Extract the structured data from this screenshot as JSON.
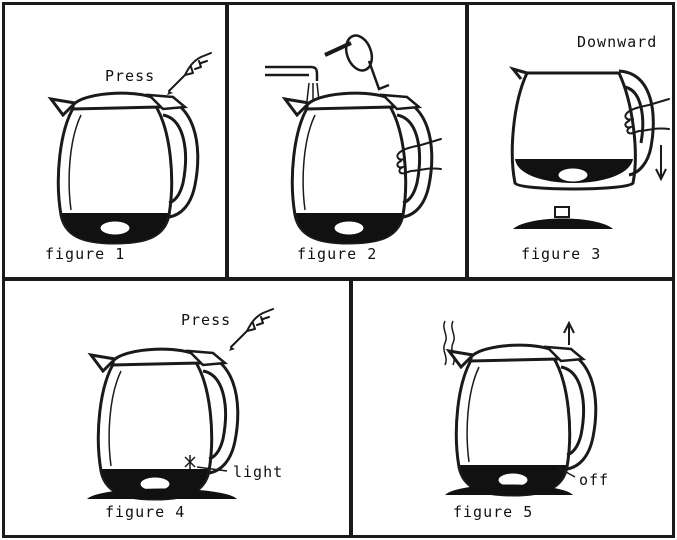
{
  "figures": [
    {
      "caption": "figure 1",
      "labels": [
        "Press"
      ]
    },
    {
      "caption": "figure 2",
      "labels": []
    },
    {
      "caption": "figure 3",
      "labels": [
        "Downward"
      ]
    },
    {
      "caption": "figure 4",
      "labels": [
        "Press",
        "light"
      ]
    },
    {
      "caption": "figure 5",
      "labels": [
        "off"
      ]
    }
  ],
  "icons": [
    "kettle-icon",
    "pointing-hand-icon",
    "faucet-icon",
    "water-jug-icon",
    "gripping-hand-icon",
    "lid-icon",
    "down-arrow-icon",
    "up-arrow-icon",
    "steam-icon",
    "base-plate-icon"
  ],
  "colors": {
    "line": "#1a1a1a",
    "fill_dark": "#111111",
    "background": "#ffffff"
  }
}
